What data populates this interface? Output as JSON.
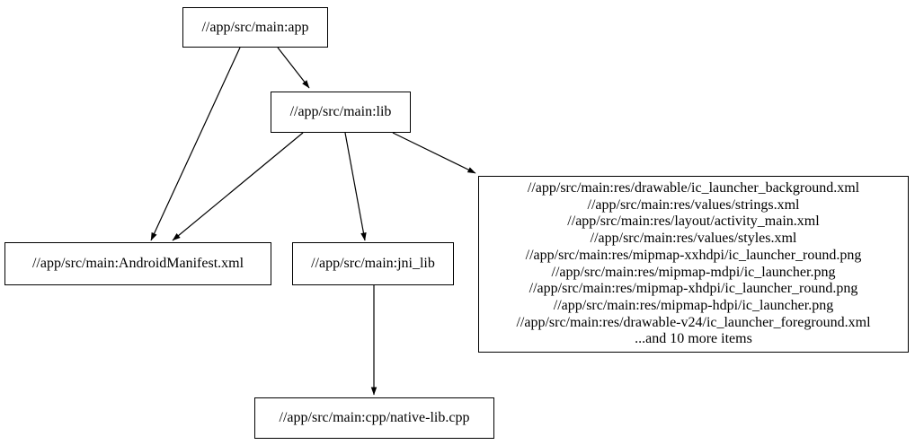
{
  "diagram": {
    "type": "dependency-graph",
    "background_color": "#ffffff",
    "edge_color": "#000000",
    "node_border_color": "#000000",
    "text_color": "#000000",
    "nodes": {
      "app": {
        "label": "//app/src/main:app"
      },
      "lib": {
        "label": "//app/src/main:lib"
      },
      "android_manifest": {
        "label": "//app/src/main:AndroidManifest.xml"
      },
      "jni_lib": {
        "label": "//app/src/main:jni_lib"
      },
      "native_lib_cpp": {
        "label": "//app/src/main:cpp/native-lib.cpp"
      },
      "resources": {
        "lines": [
          "//app/src/main:res/drawable/ic_launcher_background.xml",
          "//app/src/main:res/values/strings.xml",
          "//app/src/main:res/layout/activity_main.xml",
          "//app/src/main:res/values/styles.xml",
          "//app/src/main:res/mipmap-xxhdpi/ic_launcher_round.png",
          "//app/src/main:res/mipmap-mdpi/ic_launcher.png",
          "//app/src/main:res/mipmap-xhdpi/ic_launcher_round.png",
          "//app/src/main:res/mipmap-hdpi/ic_launcher.png",
          "//app/src/main:res/drawable-v24/ic_launcher_foreground.xml",
          "...and 10 more items"
        ]
      }
    },
    "edges": [
      {
        "from": "app",
        "to": "lib"
      },
      {
        "from": "app",
        "to": "android_manifest"
      },
      {
        "from": "lib",
        "to": "android_manifest"
      },
      {
        "from": "lib",
        "to": "jni_lib"
      },
      {
        "from": "lib",
        "to": "resources"
      },
      {
        "from": "jni_lib",
        "to": "native_lib_cpp"
      }
    ]
  }
}
